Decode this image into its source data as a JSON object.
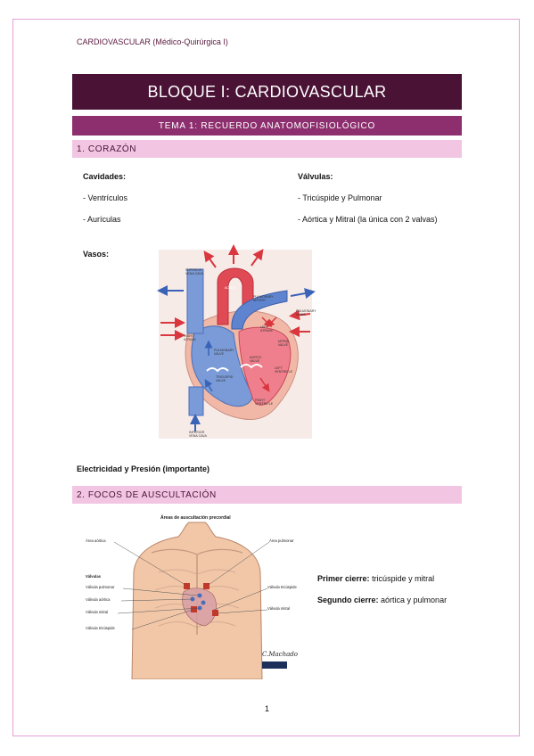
{
  "header": {
    "running_title": "CARDIOVASCULAR (Médico-Quirúrgica I)"
  },
  "title": "BLOQUE I: CARDIOVASCULAR",
  "subtitle": "TEMA 1: RECUERDO ANATOMOFISIOLÓGICO",
  "section1": {
    "heading": "1. CORAZÓN",
    "cavidades": {
      "label": "Cavidades:",
      "items": [
        "- Ventrículos",
        "- Aurículas"
      ]
    },
    "valvulas": {
      "label": "Válvulas:",
      "items": [
        "- Tricúspide y Pulmonar",
        "- Aórtica y Mitral (la única con 2 valvas)"
      ]
    },
    "vasos_label": "Vasos:",
    "heart_labels": {
      "svc": [
        "SUPERIOR",
        "VENA CAVA"
      ],
      "aorta": "AORTA",
      "pulmonary_artery": [
        "PULMONARY",
        "ARTERY"
      ],
      "pulmonary_veins": [
        "PULMONARY",
        "VEINS"
      ],
      "left_atrium": [
        "LEFT",
        "ATRIUM"
      ],
      "right_atrium": [
        "RIGHT",
        "ATRIUM"
      ],
      "pulmonary_valve": [
        "PULMONARY",
        "VALVE"
      ],
      "mitral_valve": [
        "MITRAL",
        "VALVE"
      ],
      "aortic_valve": [
        "AORTIC",
        "VALVE"
      ],
      "tricuspid_valve": [
        "TRICUSPID",
        "VALVE"
      ],
      "left_ventricle": [
        "LEFT",
        "VENTRICLE"
      ],
      "right_ventricle": [
        "RIGHT",
        "VENTRICLE"
      ],
      "ivc": [
        "INFERIOR",
        "VENA CAVA"
      ]
    },
    "electricity_note": "Electricidad y Presión (importante)"
  },
  "section2": {
    "heading": "2. FOCOS DE AUSCULTACIÓN",
    "figure_title": "Áreas de auscultación precordial",
    "labels": {
      "area_aortica": "Área aórtica",
      "area_pulmonar": "Área pulmonar",
      "valvulas": "Válvulas",
      "v_pulmonar": "Válvula pulmonar",
      "v_aortica": "Válvula aórtica",
      "v_mitral": "Válvula mitral",
      "v_tricuspide": "Válvula tricúspide",
      "v_tricuspide_r": "Válvula tricúspide",
      "v_mitral_r": "Válvula mitral"
    },
    "signature": "C.Machado",
    "primer_label": "Primer cierre:",
    "primer_value": "tricúspide y mitral",
    "segundo_label": "Segundo cierre:",
    "segundo_value": "aórtica y pulmonar"
  },
  "page_number": "1"
}
